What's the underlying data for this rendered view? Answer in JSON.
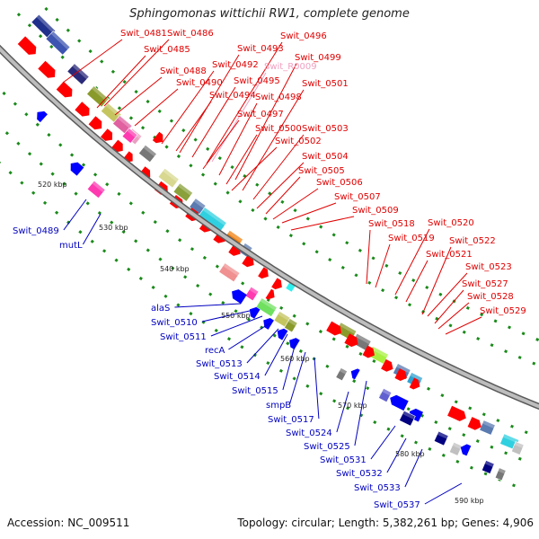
{
  "title": "Sphingomonas wittichii RW1, complete genome",
  "accession": "Accession: NC_009511",
  "summary": "Topology: circular; Length: 5,382,261 bp; Genes: 4,906",
  "colors": {
    "upper_label": "#e00000",
    "lower_label": "#0000c0",
    "rna_label": "#f0a0c0",
    "backbone": "#888888",
    "tick": "#1a8a1a"
  },
  "scale_labels": [
    "520 kbp",
    "530 kbp",
    "540 kbp",
    "550 kbp",
    "560 kbp",
    "570 kbp",
    "580 kbp",
    "590 kbp"
  ],
  "upper_labels": [
    "Swit_0481",
    "Swit_0486",
    "Swit_0485",
    "Swit_0488",
    "Swit_0490",
    "Swit_0492",
    "Swit_0493",
    "Swit_0496",
    "Swit_R0009",
    "Swit_0499",
    "Swit_0495",
    "Swit_0494",
    "Swit_0498",
    "Swit_0501",
    "Swit_0497",
    "Swit_0500",
    "Swit_0503",
    "Swit_0502",
    "Swit_0504",
    "Swit_0505",
    "Swit_0506",
    "Swit_0507",
    "Swit_0509",
    "Swit_0518",
    "Swit_0520",
    "Swit_0519",
    "Swit_0522",
    "Swit_0521",
    "Swit_0523",
    "Swit_0527",
    "Swit_0528",
    "Swit_0529"
  ],
  "lower_labels": [
    "Swit_0489",
    "mutL",
    "alaS",
    "Swit_0510",
    "Swit_0511",
    "recA",
    "Swit_0513",
    "Swit_0514",
    "Swit_0515",
    "smpB",
    "Swit_0517",
    "Swit_0524",
    "Swit_0525",
    "Swit_0531",
    "Swit_0532",
    "Swit_0533",
    "Swit_0537"
  ]
}
